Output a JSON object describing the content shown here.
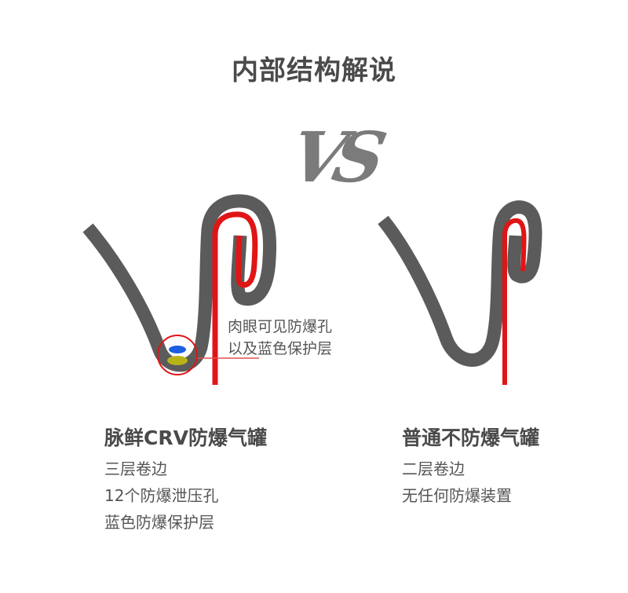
{
  "title": "内部结构解说",
  "vs_logo": "VS",
  "annotation": {
    "line1": "肉眼可见防爆孔",
    "line2": "以及蓝色保护层"
  },
  "left": {
    "heading": "脉鲜CRV防爆气罐",
    "items": [
      "三层卷边",
      "12个防爆泄压孔",
      "蓝色防爆保护层"
    ]
  },
  "right": {
    "heading": "普通不防爆气罐",
    "items": [
      "二层卷边",
      "无任何防爆装置"
    ]
  },
  "colors": {
    "metal": "#5b5b5b",
    "seal": "#e01515",
    "blue_layer": "#1a5fe0",
    "vent_hole": "#b8b418"
  }
}
